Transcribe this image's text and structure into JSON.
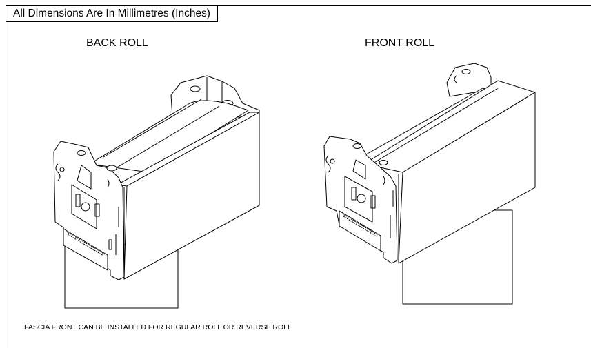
{
  "header": {
    "title": "All Dimensions Are In Millimetres (Inches)"
  },
  "views": [
    {
      "label": "BACK ROLL"
    },
    {
      "label": "FRONT ROLL"
    }
  ],
  "footer": {
    "note": "FASCIA FRONT CAN BE INSTALLED FOR REGULAR ROLL OR REVERSE ROLL"
  }
}
